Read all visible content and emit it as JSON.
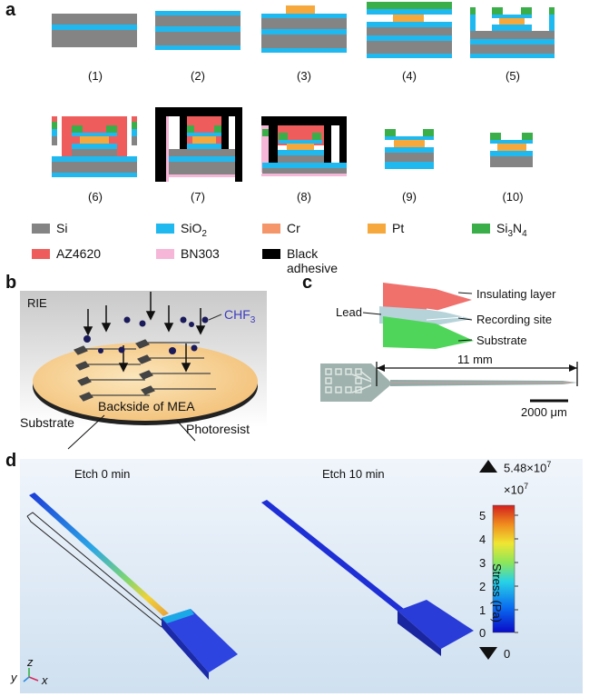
{
  "panels": {
    "a": "a",
    "b": "b",
    "c": "c",
    "d": "d"
  },
  "colors": {
    "Si": "#848484",
    "SiO2": "#1fb9f0",
    "Cr": "#f4956a",
    "Pt": "#f6a83c",
    "Si3N4": "#3aae49",
    "AZ4620": "#ee5d5b",
    "BN303": "#f6b6d8",
    "Black adhesive": "#000000"
  },
  "panel_a": {
    "steps": [
      "(1)",
      "(2)",
      "(3)",
      "(4)",
      "(5)",
      "(6)",
      "(7)",
      "(8)",
      "(9)",
      "(10)"
    ],
    "legend": [
      {
        "name": "Si",
        "color": "#848484"
      },
      {
        "name": "SiO",
        "sub": "2",
        "color": "#1fb9f0"
      },
      {
        "name": "Cr",
        "color": "#f4956a"
      },
      {
        "name": "Pt",
        "color": "#f6a83c"
      },
      {
        "name": "Si",
        "sub": "3",
        "tail": "N",
        "sub2": "4",
        "color": "#3aae49"
      },
      {
        "name": "AZ4620",
        "color": "#ee5d5b"
      },
      {
        "name": "BN303",
        "color": "#f6b6d8"
      },
      {
        "name": "Black adhesive",
        "color": "#000000"
      }
    ]
  },
  "panel_b": {
    "rie": "RIE",
    "gas": "CHF",
    "gas_sub": "3",
    "backside": "Backside of MEA",
    "substrate": "Substrate",
    "photoresist": "Photoresist"
  },
  "panel_c": {
    "insulating": "Insulating layer",
    "lead": "Lead",
    "recording": "Recording site",
    "substrate": "Substrate",
    "length": "11 mm",
    "scale": "2000 μm"
  },
  "panel_d": {
    "title_left": "Etch 0 min",
    "title_right": "Etch 10 min",
    "max_label": "5.48×10",
    "max_sup": "7",
    "mult": "×10",
    "mult_sup": "7",
    "min_label": "0",
    "axis_title": "Stress (Pa)",
    "ticks": [
      "5",
      "4",
      "3",
      "2",
      "1",
      "0"
    ],
    "axes": {
      "y": "y",
      "z": "z",
      "x": "x"
    }
  }
}
